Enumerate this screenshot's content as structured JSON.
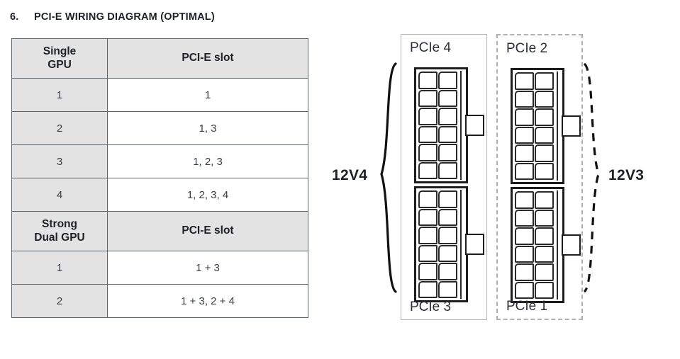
{
  "title": {
    "number": "6.",
    "text": "PCI-E WIRING DIAGRAM (OPTIMAL)"
  },
  "table": {
    "sections": [
      {
        "header": {
          "left_line1": "Single",
          "left_line2": "GPU",
          "right": "PCI-E slot"
        },
        "rows": [
          {
            "gpu": "1",
            "slots": "1"
          },
          {
            "gpu": "2",
            "slots": "1, 3"
          },
          {
            "gpu": "3",
            "slots": "1, 2, 3"
          },
          {
            "gpu": "4",
            "slots": "1, 2, 3, 4"
          }
        ]
      },
      {
        "header": {
          "left_line1": "Strong",
          "left_line2": "Dual GPU",
          "right": "PCI-E slot"
        },
        "rows": [
          {
            "gpu": "1",
            "slots": "1 + 3"
          },
          {
            "gpu": "2",
            "slots": "1 + 3, 2 + 4"
          }
        ]
      }
    ]
  },
  "diagram": {
    "groups": [
      {
        "style": "solid",
        "top_label": "PCIe 4",
        "bottom_label": "PCIe 3"
      },
      {
        "style": "dashed",
        "top_label": "PCIe 2",
        "bottom_label": "PCIe 1"
      }
    ],
    "rails": [
      {
        "label": "12V4",
        "brace": "solid",
        "side": "left"
      },
      {
        "label": "12V3",
        "brace": "dashed",
        "side": "right"
      }
    ],
    "connector": {
      "columns": 2,
      "rows": 6,
      "pins_total": 12
    }
  },
  "colors": {
    "header_fill": "#e3e3e3",
    "cell_border": "#5f6468",
    "text": "#2b2f35",
    "solid_box_border": "#b6b6b6",
    "dashed_box_border": "#b0b0b0",
    "connector_outline": "#1d1d1d"
  }
}
